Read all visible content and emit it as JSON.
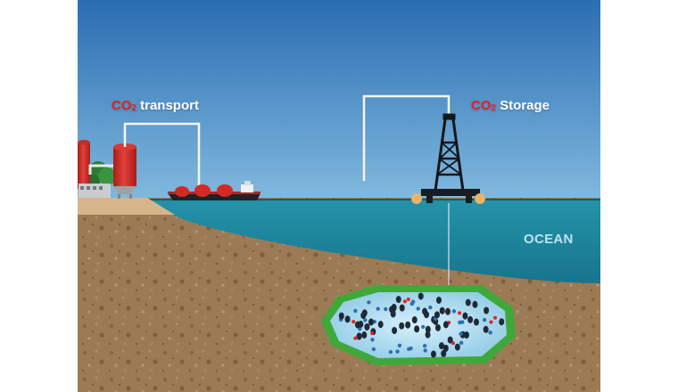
{
  "labels": {
    "transport": {
      "prefix": "CO",
      "subscript": "2",
      "text": " transport"
    },
    "storage": {
      "prefix": "CO",
      "subscript": "2",
      "text": " Storage"
    },
    "ocean": "OCEAN"
  },
  "colors": {
    "sky_top": "#2b6fb3",
    "sky_bottom": "#7cb6dc",
    "ocean": "#1f8aa0",
    "ground": "#9a7a55",
    "sand": "#d8b48a",
    "tank_red": "#d62b26",
    "reservoir_rim": "#3fa83a",
    "reservoir_fill": "#a9d9ef",
    "co2_red": "#e8201e"
  }
}
